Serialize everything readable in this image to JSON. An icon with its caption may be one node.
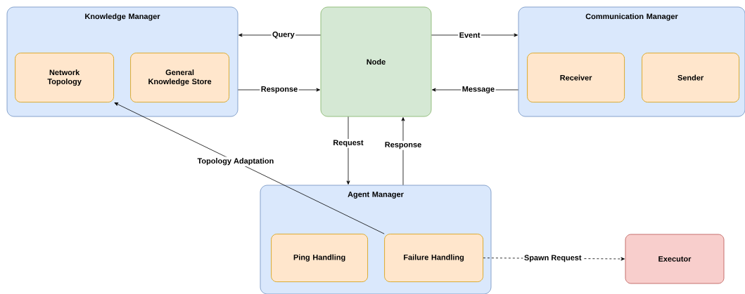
{
  "diagram": {
    "nodes": [
      {
        "text": [
          "Knowledge Manager"
        ]
      },
      {
        "text": [
          "Network Topology"
        ],
        "in": 0
      },
      {
        "text": [
          "General Knowledge Store"
        ],
        "in": 0
      },
      {
        "text": [
          "Node"
        ]
      },
      {
        "text": [
          "Communication Manager"
        ]
      },
      {
        "text": [
          "Receiver"
        ],
        "in": 4
      },
      {
        "text": [
          "Sender"
        ],
        "in": 4
      },
      {
        "text": [
          "Agent Manager"
        ]
      },
      {
        "text": [
          "Ping Handling"
        ],
        "in": 7
      },
      {
        "text": [
          "Failure Handling"
        ],
        "in": 7
      },
      {
        "text": [
          "Executor"
        ]
      }
    ],
    "edges": [
      {
        "from": 3,
        "to": 0,
        "arrow": "to",
        "label": "Query"
      },
      {
        "from": 0,
        "to": 3,
        "arrow": "to",
        "label": "Response"
      },
      {
        "from": 3,
        "to": 4,
        "arrow": "to",
        "label": "Event"
      },
      {
        "from": 4,
        "to": 3,
        "arrow": "to",
        "label": "Message"
      },
      {
        "from": 3,
        "to": 7,
        "arrow": "to",
        "label": "Request"
      },
      {
        "from": 7,
        "to": 3,
        "arrow": "to",
        "label": "Response"
      },
      {
        "from": 9,
        "to": 1,
        "arrow": "to",
        "label": "Topology Adaptation"
      },
      {
        "from": 9,
        "to": 10,
        "arrow": "to",
        "label": "Spawn Request",
        "style": "dashed"
      }
    ]
  }
}
